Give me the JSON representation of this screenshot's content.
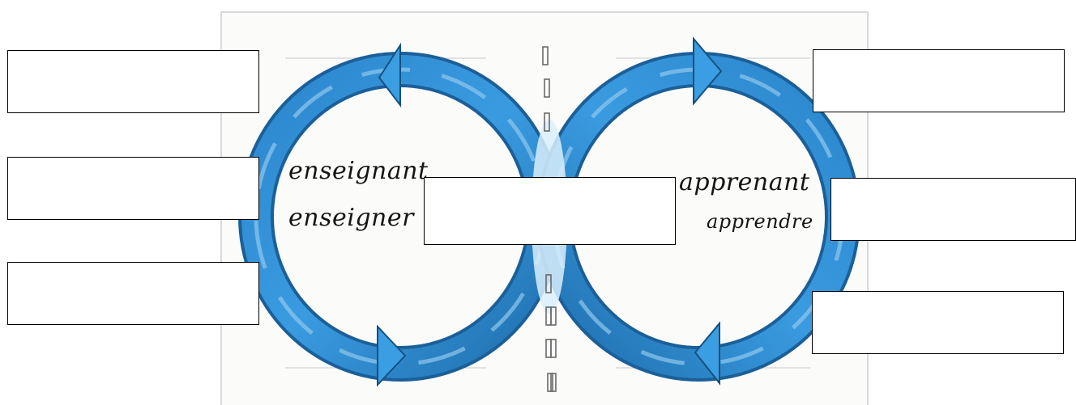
{
  "left_loop": {
    "role": "enseignant",
    "verb": "enseigner"
  },
  "right_loop": {
    "role": "apprenant",
    "verb": "apprendre"
  },
  "answer_boxes": [
    {
      "id": "left-top",
      "value": ""
    },
    {
      "id": "left-middle",
      "value": ""
    },
    {
      "id": "left-bottom",
      "value": ""
    },
    {
      "id": "center",
      "value": ""
    },
    {
      "id": "right-top",
      "value": ""
    },
    {
      "id": "right-middle",
      "value": ""
    },
    {
      "id": "right-bottom",
      "value": ""
    }
  ],
  "colors": {
    "loop_blue": "#2f8fd2",
    "loop_dark": "#1b5f99",
    "loop_light": "#8fc8ee",
    "box_border": "#000000"
  }
}
